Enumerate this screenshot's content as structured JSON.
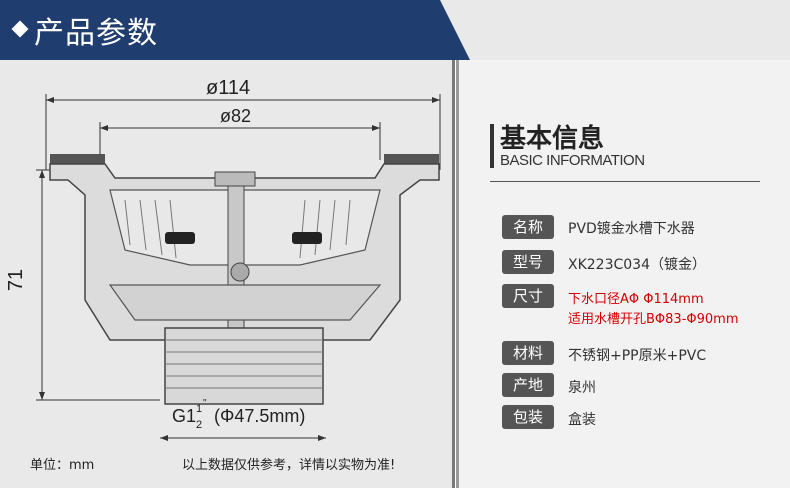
{
  "header": {
    "title": "产品参数"
  },
  "drawing": {
    "dim_outer": "ø114",
    "dim_inner": "ø82",
    "dim_height": "71",
    "thread_label": "G1",
    "thread_frac_num": "1",
    "thread_frac_den": "2",
    "thread_inch": "\"",
    "thread_mm": "(Φ47.5mm)",
    "unit": "单位：mm",
    "note": "以上数据仅供参考，详情以实物为准!"
  },
  "info": {
    "title": "基本信息",
    "subtitle": "BASIC INFORMATION",
    "rows": [
      {
        "label": "名称",
        "value": "PVD镀金水槽下水器"
      },
      {
        "label": "型号",
        "value": "XK223C034（镀金）"
      },
      {
        "label": "尺寸",
        "value": "下水口径AΦ Φ114mm",
        "value2": "适用水槽开孔BΦ83-Φ90mm"
      },
      {
        "label": "材料",
        "value": "不锈钢+PP原米+PVC"
      },
      {
        "label": "产地",
        "value": "泉州"
      },
      {
        "label": "包装",
        "value": "盒装"
      }
    ]
  },
  "colors": {
    "header_bg": "#1f3d6e",
    "red_text": "#d40000",
    "label_bg": "#555555"
  }
}
